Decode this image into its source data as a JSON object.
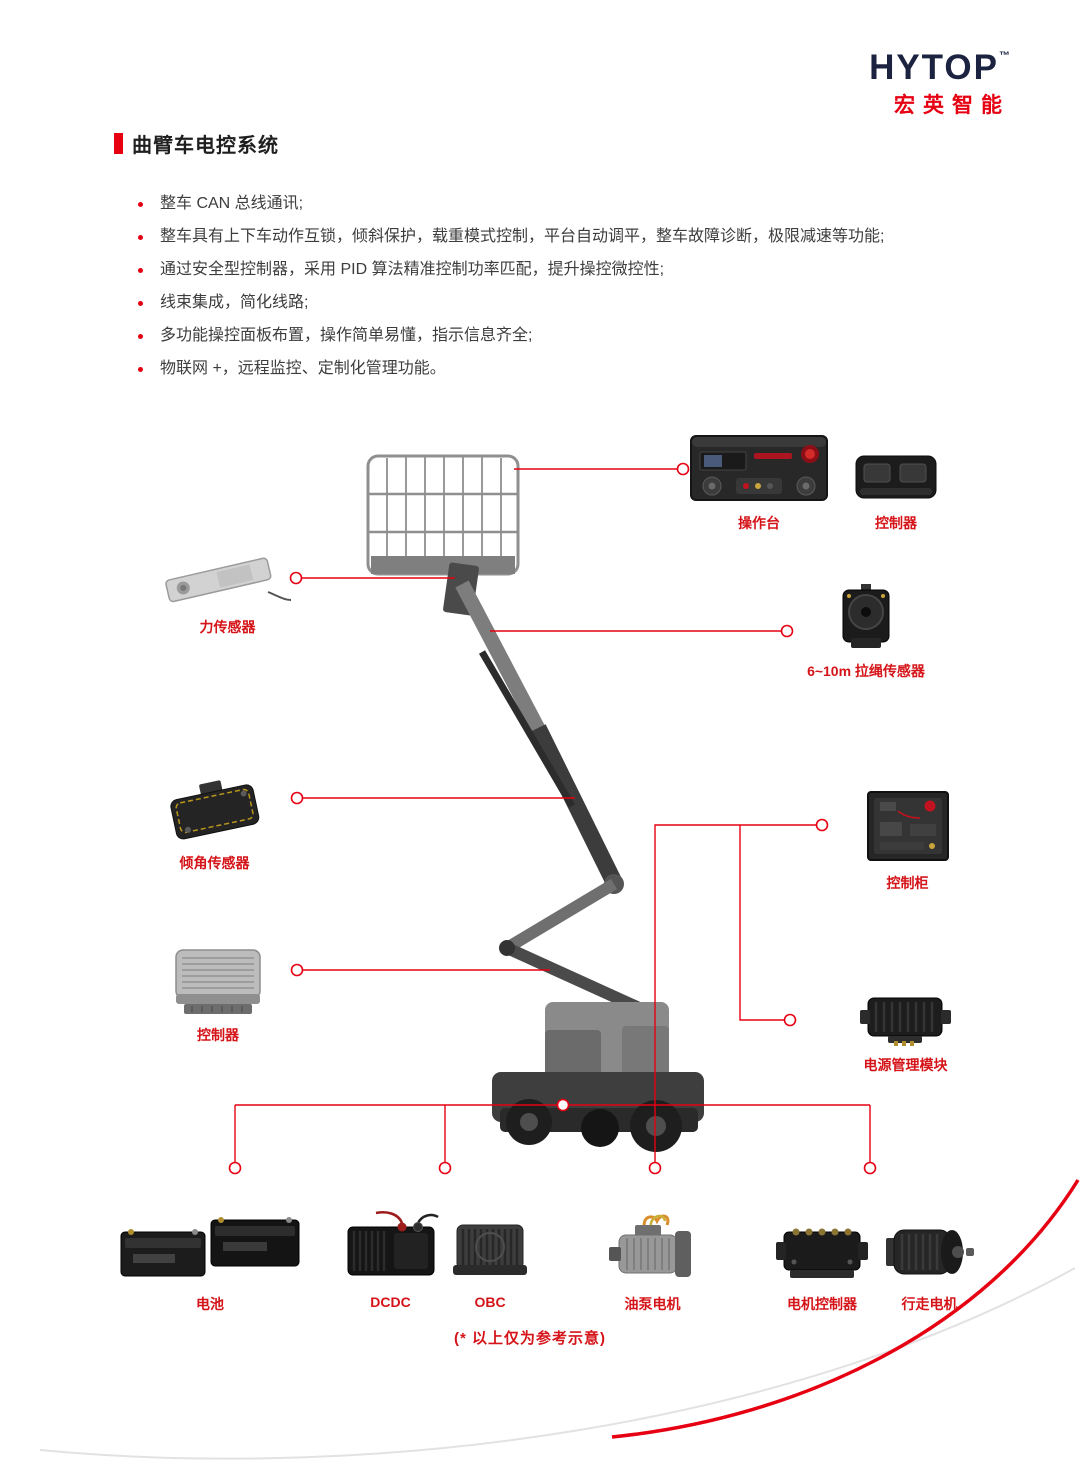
{
  "logo": {
    "brand": "HYTOP",
    "tm": "™",
    "subtitle": "宏英智能"
  },
  "header": {
    "title": "曲臂车电控系统"
  },
  "intro": {
    "bullets": [
      "整车 CAN 总线通讯;",
      "整车具有上下车动作互锁，倾斜保护，载重模式控制，平台自动调平，整车故障诊断，极限减速等功能;",
      "通过安全型控制器，采用 PID 算法精准控制功率匹配，提升操控微控性;",
      "线束集成，简化线路;",
      "多功能操控面板布置，操作简单易懂，指示信息齐全;",
      "物联网 +，远程监控、定制化管理功能。"
    ]
  },
  "components": {
    "console": {
      "label": "操作台"
    },
    "controller_top": {
      "label": "控制器"
    },
    "draw_wire_sensor": {
      "label": "6~10m 拉绳传感器"
    },
    "control_cabinet": {
      "label": "控制柜"
    },
    "power_module": {
      "label": "电源管理模块"
    },
    "force_sensor": {
      "label": "力传感器"
    },
    "tilt_sensor": {
      "label": "倾角传感器"
    },
    "controller_left": {
      "label": "控制器"
    },
    "battery": {
      "label": "电池"
    },
    "dcdc": {
      "label": "DCDC"
    },
    "obc": {
      "label": "OBC"
    },
    "pump_motor": {
      "label": "油泵电机"
    },
    "motor_controller": {
      "label": "电机控制器"
    },
    "travel_motor": {
      "label": "行走电机"
    }
  },
  "footnote": "(* 以上仅为参考示意)",
  "colors": {
    "accent": "#e60012",
    "label_red": "#d51419",
    "logo_navy": "#1c2340"
  }
}
